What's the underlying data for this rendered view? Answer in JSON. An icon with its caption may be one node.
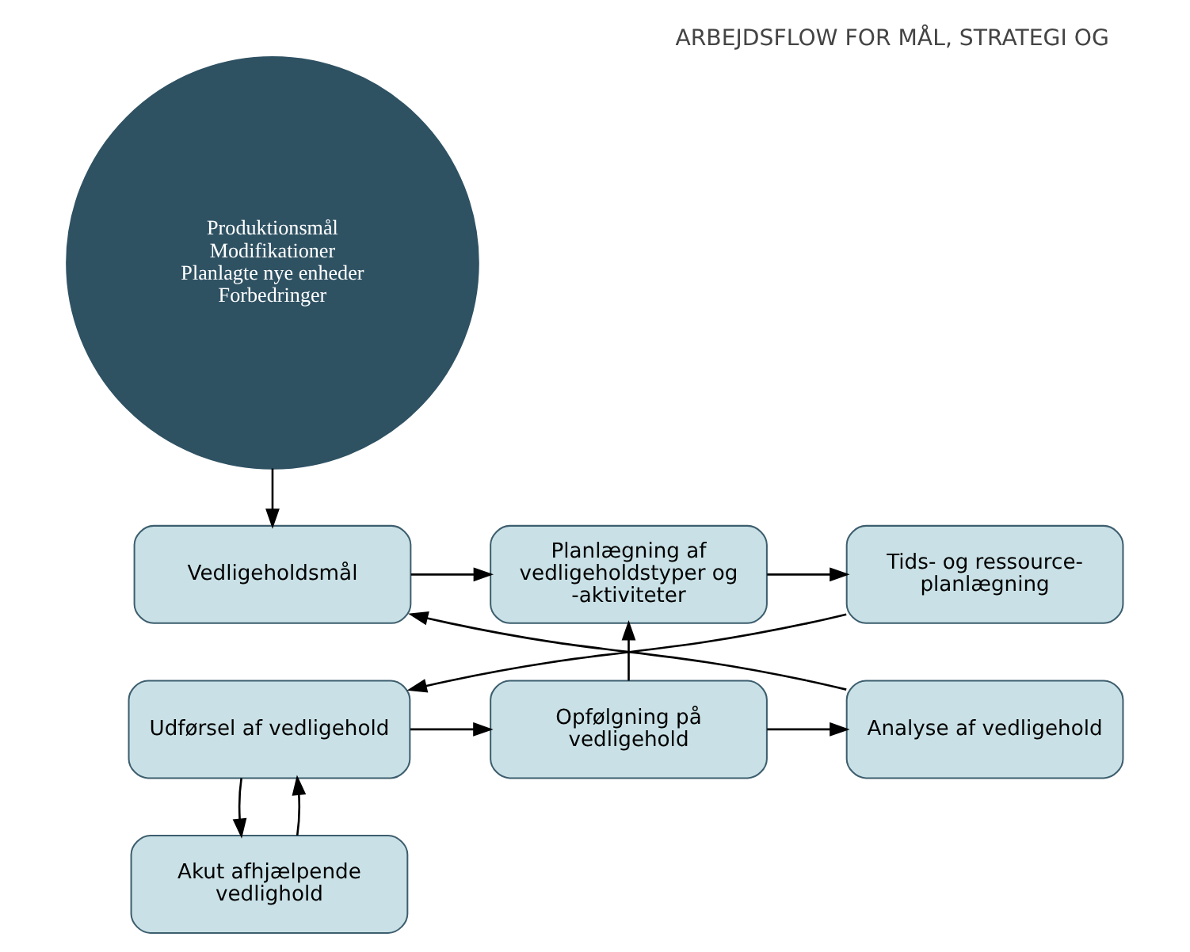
{
  "diagram": {
    "title": "ARBEJDSFLOW FOR MÅL, STRATEGI OG",
    "nodes": [
      {
        "text": [
          "Produktionsmål",
          "Modifikationer",
          "Planlagte nye enheder",
          "Forbedringer"
        ]
      },
      {
        "text": [
          "Vedligeholdsmål"
        ]
      },
      {
        "text": [
          "Planlægning af vedligeholdstyper og -aktiviteter"
        ]
      },
      {
        "text": [
          "Tids- og ressource-planlægning"
        ]
      },
      {
        "text": [
          "Analyse af vedligehold"
        ]
      },
      {
        "text": [
          "Opfølgning på vedligehold"
        ]
      },
      {
        "text": [
          "Udførsel af vedligehold"
        ]
      },
      {
        "text": [
          "Akut afhjælpende vedlighold"
        ]
      }
    ],
    "edges": [
      {
        "from": 0,
        "to": 1,
        "arrow": "to"
      },
      {
        "from": 1,
        "to": 2,
        "arrow": "to"
      },
      {
        "from": 2,
        "to": 3,
        "arrow": "to"
      },
      {
        "from": 3,
        "to": 6,
        "arrow": "to"
      },
      {
        "from": 6,
        "to": 5,
        "arrow": "to"
      },
      {
        "from": 5,
        "to": 4,
        "arrow": "to"
      },
      {
        "from": 4,
        "to": 1,
        "arrow": "to"
      },
      {
        "from": 5,
        "to": 2,
        "arrow": "to"
      },
      {
        "from": 6,
        "to": 7,
        "arrow": "to"
      },
      {
        "from": 7,
        "to": 6,
        "arrow": "to"
      }
    ]
  }
}
